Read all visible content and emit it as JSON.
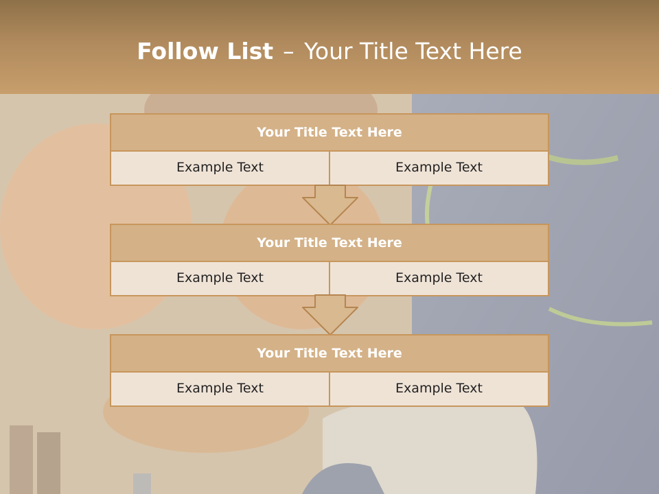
{
  "slide": {
    "title_bold": "Follow List",
    "title_separator": "–",
    "title_rest": "Your Title Text Here"
  },
  "steps": [
    {
      "title": "Your Title Text Here",
      "left": "Example Text",
      "right": "Example Text"
    },
    {
      "title": "Your Title Text Here",
      "left": "Example Text",
      "right": "Example Text"
    },
    {
      "title": "Your Title Text Here",
      "left": "Example Text",
      "right": "Example Text"
    }
  ],
  "colors": {
    "title_band": "#b08a5d",
    "box_header": "#d4b187",
    "box_border": "#c7965c",
    "box_cell": "#efe3d6",
    "arrow_fill": "#d9b98f"
  }
}
